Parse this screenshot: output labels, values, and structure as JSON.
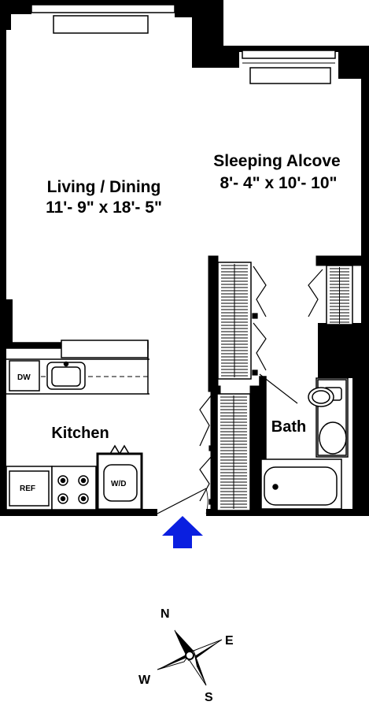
{
  "rooms": {
    "living": {
      "name": "Living / Dining",
      "dims": "11'- 9\" x 18'- 5\""
    },
    "sleeping": {
      "name": "Sleeping Alcove",
      "dims": "8'- 4\" x 10'- 10\""
    },
    "kitchen": {
      "name": "Kitchen"
    },
    "bath": {
      "name": "Bath"
    }
  },
  "fixtures": {
    "dishwasher": "DW",
    "refrigerator": "REF",
    "washer_dryer": "W/D"
  },
  "compass": {
    "n": "N",
    "e": "E",
    "s": "S",
    "w": "W"
  },
  "colors": {
    "wall": "#000000",
    "entry_arrow": "#0a1fe0",
    "background": "#ffffff"
  }
}
